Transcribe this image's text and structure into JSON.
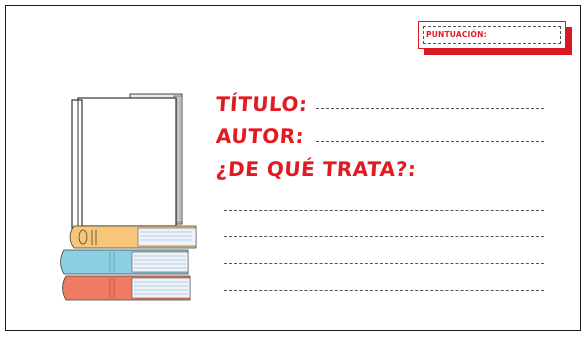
{
  "card": {
    "score_label": "PUNTUACIÓN:",
    "title_label": "TÍTULO:",
    "author_label": "AUTOR:",
    "about_label": "¿DE QUÉ TRATA?:"
  },
  "colors": {
    "accent": "#e21b23",
    "book_yellow": "#f7c679",
    "book_blue": "#8ccfe2",
    "book_coral": "#ef7b63"
  },
  "icons": [
    "book-stack-icon"
  ]
}
